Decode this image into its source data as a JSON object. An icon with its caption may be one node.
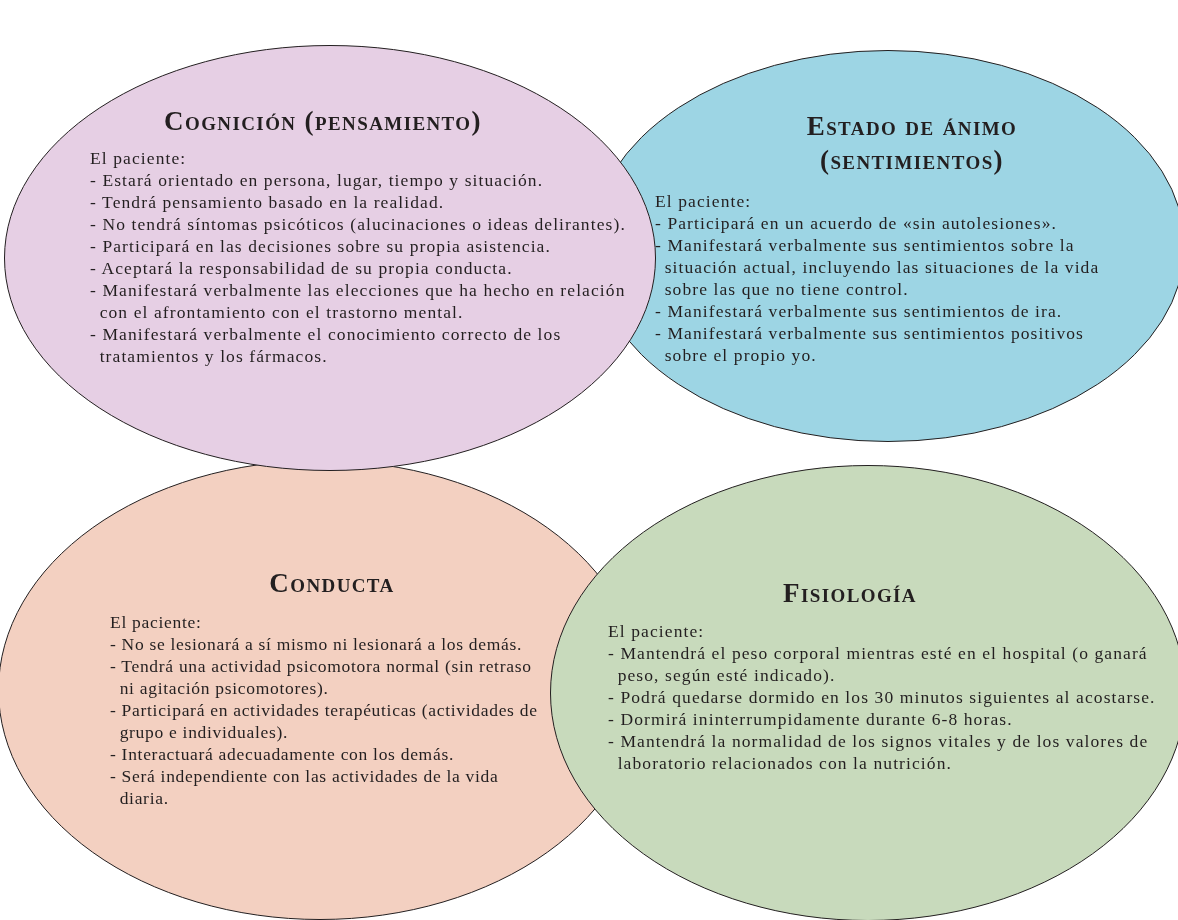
{
  "diagram": {
    "nodes": [
      {
        "text": [
          "Cognición (pensamiento)",
          "El paciente:",
          "- Estará orientado en persona, lugar, tiempo y situación.",
          "- Tendrá pensamiento basado en la realidad.",
          "- No tendrá síntomas psicóticos (alucinaciones o ideas delirantes).",
          "- Participará en las decisiones sobre su propia asistencia.",
          "- Aceptará la responsabilidad de su propia conducta.",
          "- Manifestará verbalmente las elecciones que ha hecho en relación con el afrontamiento con el trastorno mental.",
          "- Manifestará verbalmente el conocimiento correcto de los tratamientos y los fármacos."
        ]
      },
      {
        "text": [
          "Estado de ánimo (sentimientos)",
          "El paciente:",
          "- Participará en un acuerdo de «sin autolesiones».",
          "- Manifestará verbalmente sus sentimientos sobre la situación actual, incluyendo las situaciones de la vida sobre las que no tiene control.",
          "- Manifestará verbalmente sus sentimientos de ira.",
          "- Manifestará verbalmente sus sentimientos positivos sobre el propio yo."
        ]
      },
      {
        "text": [
          "Conducta",
          "El paciente:",
          "- No se lesionará a sí mismo ni lesionará a los demás.",
          "- Tendrá una actividad psicomotora normal (sin retraso ni agitación psicomotores).",
          "- Participará en actividades terapéuticas (actividades de grupo e individuales).",
          "- Interactuará adecuadamente con los demás.",
          "- Será independiente con las actividades de la vida diaria."
        ]
      },
      {
        "text": [
          "Fisiología",
          "El paciente:",
          "- Mantendrá el peso corporal mientras esté en el hospital (o ganará peso, según esté indicado).",
          "- Podrá quedarse dormido en los 30 minutos siguientes al acostarse.",
          "- Dormirá ininterrumpidamente durante 6-8 horas.",
          "- Mantendrá la normalidad de los signos vitales y de los valores de laboratorio relacionados con la nutrición."
        ]
      }
    ]
  }
}
